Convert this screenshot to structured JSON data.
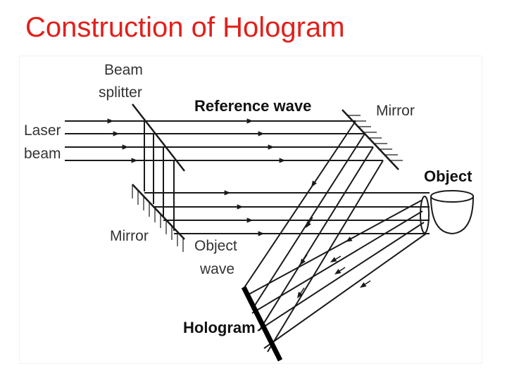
{
  "title": "Construction of Hologram",
  "diagram": {
    "labels": {
      "beam_splitter_line1": "Beam",
      "beam_splitter_line2": "splitter",
      "laser_beam_line1": "Laser",
      "laser_beam_line2": "beam",
      "reference_wave": "Reference wave",
      "mirror_top": "Mirror",
      "object": "Object",
      "mirror_bottom": "Mirror",
      "object_wave_line1": "Object",
      "object_wave_line2": "wave",
      "hologram": "Hologram"
    },
    "colors": {
      "title": "#e0201b",
      "lines": "#1a1a1a"
    }
  }
}
